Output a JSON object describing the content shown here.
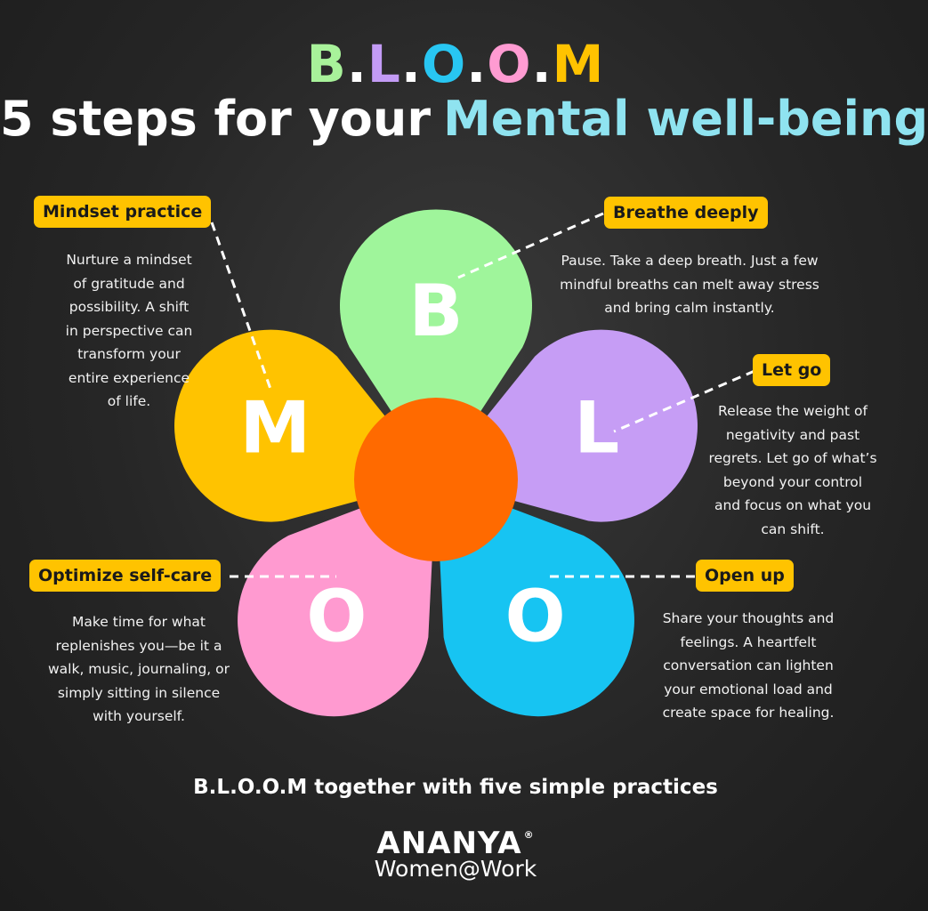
{
  "title": {
    "letters": [
      {
        "text": "B",
        "color": "#a8f29a"
      },
      {
        "text": ".",
        "color": "#ffffff"
      },
      {
        "text": "L",
        "color": "#c39bf5"
      },
      {
        "text": ".",
        "color": "#ffffff"
      },
      {
        "text": "O",
        "color": "#28c6f2"
      },
      {
        "text": ".",
        "color": "#ffffff"
      },
      {
        "text": "O",
        "color": "#ff9bd2"
      },
      {
        "text": ".",
        "color": "#ffffff"
      },
      {
        "text": "M",
        "color": "#ffc300"
      }
    ],
    "headline_main": "5 steps for your",
    "headline_accent": "Mental well-being",
    "accent_color": "#8fe3f0"
  },
  "steps": [
    {
      "id": "breathe",
      "letter": "B",
      "label": "Breathe deeply",
      "petal_color": "#9ff59b",
      "description": "Pause. Take a deep breath. Just a few\nmindful breaths can melt away stress\nand bring calm instantly."
    },
    {
      "id": "letgo",
      "letter": "L",
      "label": "Let go",
      "petal_color": "#c69df5",
      "description": "Release the weight of\nnegativity and past\nregrets. Let go of what’s\nbeyond your control\nand focus on what you\ncan shift."
    },
    {
      "id": "openup",
      "letter": "O",
      "label": "Open up",
      "petal_color": "#17c4f2",
      "description": "Share your thoughts and\nfeelings. A heartfelt\nconversation can lighten\nyour emotional load and\ncreate space for healing."
    },
    {
      "id": "selfcare",
      "letter": "O",
      "label": "Optimize self-care",
      "petal_color": "#ff9ad0",
      "description": "Make time for what\nreplenishes you—be it a\nwalk, music, journaling, or\nsimply sitting in silence\nwith yourself."
    },
    {
      "id": "mindset",
      "letter": "M",
      "label": "Mindset practice",
      "petal_color": "#ffc300",
      "description": "Nurture a mindset\nof gratitude and\npossibility. A shift\nin perspective can\ntransform your\nentire experience\nof life."
    }
  ],
  "center_color": "#ff6a00",
  "tag_color": "#ffc300",
  "footer": {
    "tagline": "B.L.O.O.M together with five simple practices",
    "brand": "ANANYA",
    "brand_mark": "®",
    "brand_sub": "Women@Work"
  }
}
